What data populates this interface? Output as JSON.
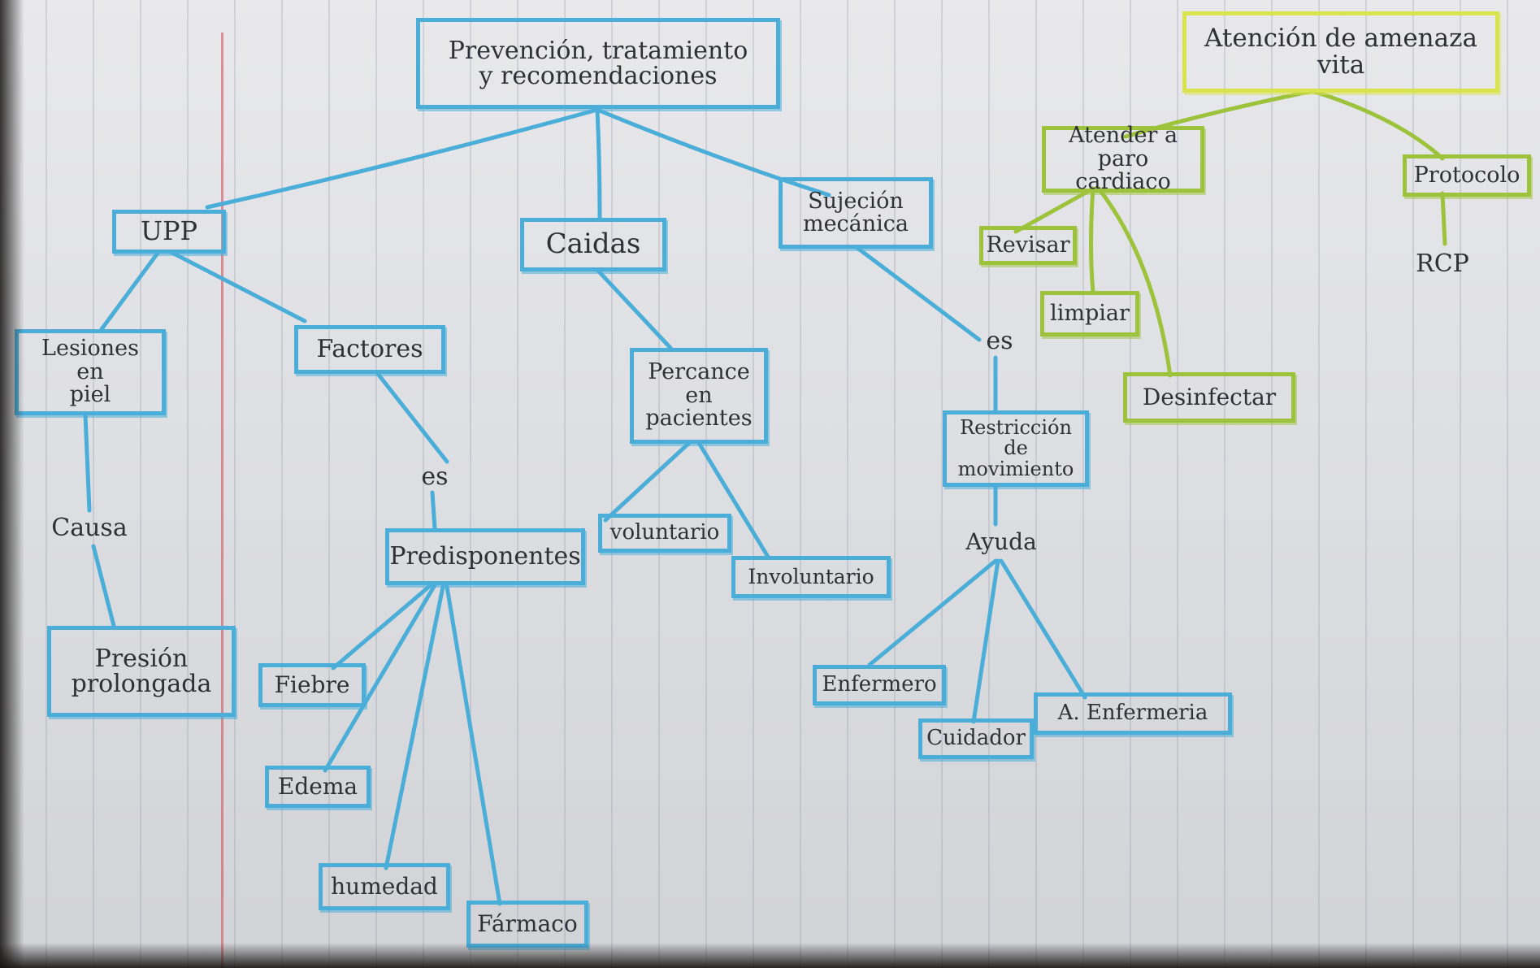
{
  "nodes": {
    "root": "Prevención, tratamiento\ny recomendaciones",
    "upp": "UPP",
    "caidas": "Caidas",
    "sujecion": "Sujeción\nmecánica",
    "lesiones": "Lesiones\nen\npiel",
    "factores": "Factores",
    "causa": "Causa",
    "presion": "Presión\nprolongada",
    "es_factores": "es",
    "predisponentes": "Predisponentes",
    "fiebre": "Fiebre",
    "edema": "Edema",
    "humedad": "humedad",
    "farmaco": "Fármaco",
    "percance": "Percance\nen\npacientes",
    "voluntario": "voluntario",
    "involuntario": "Involuntario",
    "es_sujecion": "es",
    "restriccion": "Restricción\nde\nmovimiento",
    "ayuda": "Ayuda",
    "enfermero": "Enfermero",
    "cuidador": "Cuidador",
    "a_enfermeria": "A. Enfermeria",
    "atencion": "Atención de amenaza\nvita",
    "atender": "Atender a\nparo cardiaco",
    "protocolo": "Protocolo",
    "rcp": "RCP",
    "revisar": "Revisar",
    "limpiar": "limpiar",
    "desinfectar": "Desinfectar"
  },
  "colors": {
    "blue_ink": "#4aaed8",
    "green_ink": "#9cc33b",
    "yellow_ink": "#d9e34e",
    "pencil": "#2f3136",
    "margin_red": "#cd4650"
  }
}
